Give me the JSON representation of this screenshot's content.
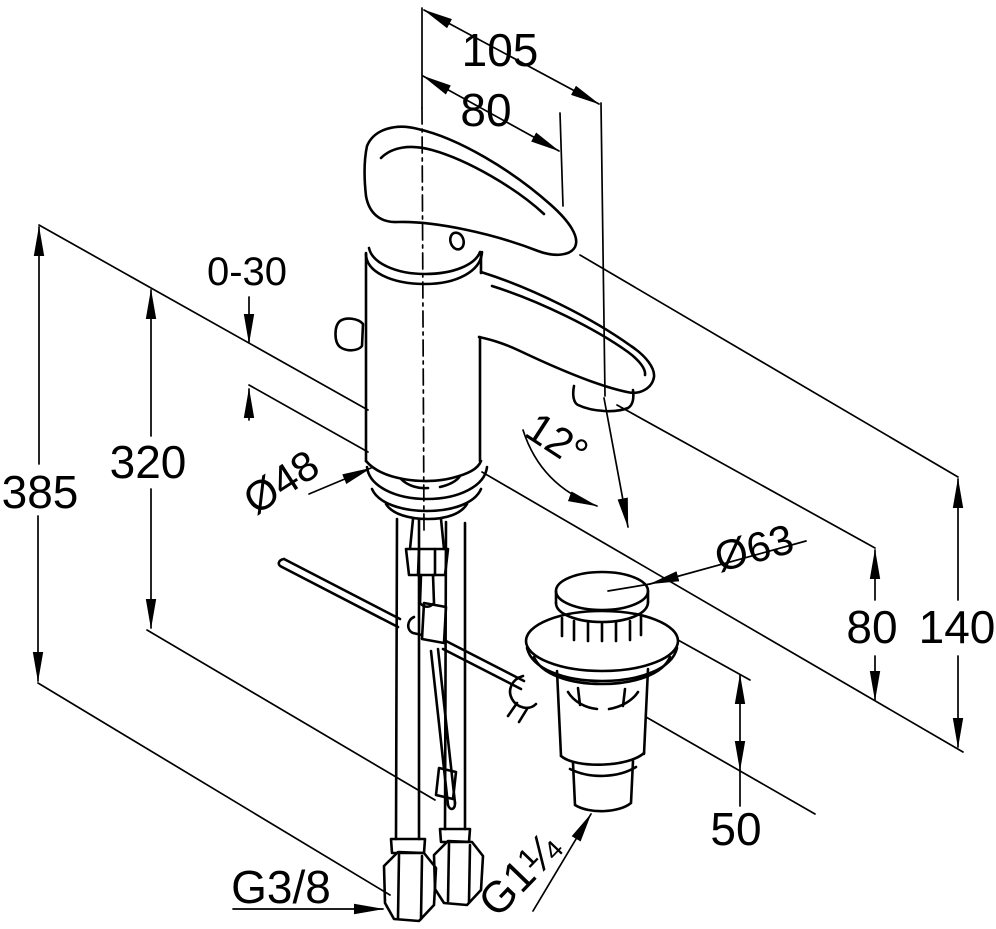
{
  "drawing": {
    "type": "technical-dimension-drawing",
    "subject": "single-lever basin mixer faucet with pop-up waste",
    "colors": {
      "line": "#000000",
      "background": "#ffffff"
    }
  },
  "labels": {
    "spout_reach": "105",
    "handle_reach": "80",
    "deck_thickness": "0-30",
    "below_deck_height": "320",
    "total_height": "385",
    "base_diameter": "Ø48",
    "spout_angle": "12°",
    "waste_diameter": "Ø63",
    "outlet_height": "80",
    "top_height": "140",
    "waste_height": "50",
    "supply_thread": "G3/8",
    "waste_thread": "G1¼"
  }
}
